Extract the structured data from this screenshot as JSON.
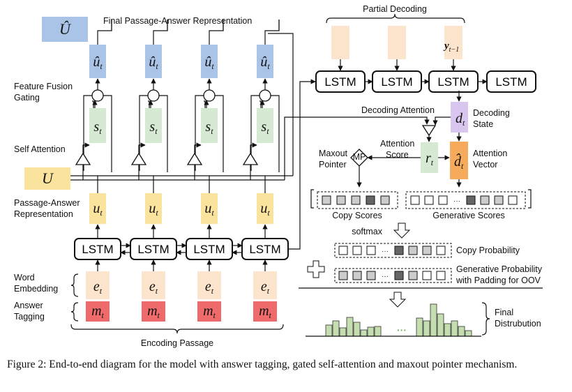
{
  "labels": {
    "final_passage_answer": "Final Passage-Answer Representation",
    "feature_fusion_1": "Feature Fusion",
    "feature_fusion_2": "Gating",
    "self_attention": "Self Attention",
    "passage_answer_1": "Passage-Answer",
    "passage_answer_2": "Representation",
    "word_embedding_1": "Word",
    "word_embedding_2": "Embedding",
    "answer_tagging_1": "Answer",
    "answer_tagging_2": "Tagging",
    "encoding_passage": "Encoding Passage",
    "partial_decoding": "Partial Decoding",
    "decoding_attention": "Decoding Attention",
    "decoding_state_1": "Decoding",
    "decoding_state_2": "State",
    "attention_score_1": "Attention",
    "attention_score_2": "Score",
    "attention_vector_1": "Attention",
    "attention_vector_2": "Vector",
    "maxout_pointer_1": "Maxout",
    "maxout_pointer_2": "Pointer",
    "mp": "MP",
    "copy_scores": "Copy Scores",
    "generative_scores": "Generative Scores",
    "softmax": "softmax",
    "copy_probability": "Copy Probability",
    "generative_probability_1": "Generative Probability",
    "generative_probability_2": "with Padding for OOV",
    "final_distribution_1": "Final",
    "final_distribution_2": "Distrubution",
    "ellipsis": "···"
  },
  "symbols": {
    "U_hat": "Û",
    "U": "U",
    "u_hat": "û",
    "s": "s",
    "u": "u",
    "e": "e",
    "m": "m",
    "sub_t": "t",
    "y": "y",
    "sub_t_minus_1": "t−1",
    "d": "d",
    "d_hat": "d̂",
    "r": "r"
  },
  "lstm_label": "LSTM",
  "colors": {
    "blue": "#a9c4e6",
    "green": "#d6e9d3",
    "yellow": "#fae39c",
    "peach": "#fde4cc",
    "red": "#ef6b6b",
    "purple": "#d9c6ef",
    "orange": "#f6aa5c",
    "dark_square": "#666666",
    "light_square": "#cccccc",
    "bar_green": "#c5deb0",
    "dots_green": "#7fae5a"
  },
  "caption": "Figure 2: End-to-end diagram for the model with answer tagging, gated self-attention and maxout pointer mechanism."
}
